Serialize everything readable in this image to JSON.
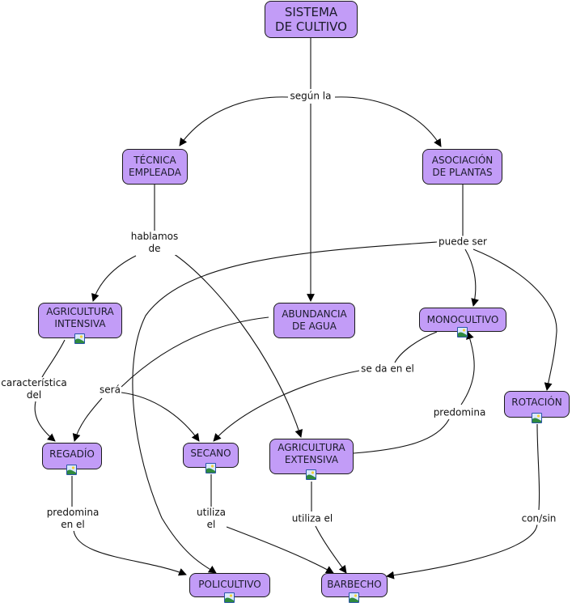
{
  "map": {
    "title": "SISTEMA DE CULTIVO",
    "colors": {
      "concept_fill": "#c29cf7",
      "concept_border": "#1a1a1a",
      "line": "#111111",
      "background": "#ffffff"
    },
    "concepts": [
      {
        "id": "sistema",
        "label": "SISTEMA\nDE CULTIVO",
        "has_image": false
      },
      {
        "id": "tecnica",
        "label": "TÉCNICA\nEMPLEADA",
        "has_image": false
      },
      {
        "id": "asociacion",
        "label": "ASOCIACIÓN\nDE PLANTAS",
        "has_image": false
      },
      {
        "id": "intensiva",
        "label": "AGRICULTURA\nINTENSIVA",
        "has_image": true
      },
      {
        "id": "abundancia",
        "label": "ABUNDANCIA\nDE AGUA",
        "has_image": false
      },
      {
        "id": "monocultivo",
        "label": "MONOCULTIVO",
        "has_image": true
      },
      {
        "id": "rotacion",
        "label": "ROTACIÓN",
        "has_image": true
      },
      {
        "id": "regadio",
        "label": "REGADÍO",
        "has_image": true
      },
      {
        "id": "secano",
        "label": "SECANO",
        "has_image": true
      },
      {
        "id": "extensiva",
        "label": "AGRICULTURA\nEXTENSIVA",
        "has_image": true
      },
      {
        "id": "policultivo",
        "label": "POLICULTIVO",
        "has_image": true
      },
      {
        "id": "barbecho",
        "label": "BARBECHO",
        "has_image": true
      }
    ],
    "link_phrases": [
      {
        "id": "segun",
        "label": "según la",
        "from": "sistema",
        "to": [
          "tecnica",
          "asociacion",
          "abundancia"
        ]
      },
      {
        "id": "hablamos",
        "label": "hablamos\nde",
        "from": "tecnica",
        "to": [
          "intensiva",
          "extensiva"
        ]
      },
      {
        "id": "puede",
        "label": "puede ser",
        "from": "asociacion",
        "to": [
          "monocultivo",
          "rotacion",
          "policultivo"
        ]
      },
      {
        "id": "caracteristica",
        "label": "característica\ndel",
        "from": "intensiva",
        "to": [
          "regadio"
        ]
      },
      {
        "id": "sera",
        "label": "será",
        "from": "abundancia",
        "to": [
          "regadio",
          "secano"
        ]
      },
      {
        "id": "seda",
        "label": "se da en el",
        "from": "monocultivo",
        "to": [
          "secano"
        ]
      },
      {
        "id": "predomina",
        "label": "predomina",
        "from": "extensiva",
        "to": [
          "monocultivo"
        ]
      },
      {
        "id": "predominaen",
        "label": "predomina\nen el",
        "from": "regadio",
        "to": [
          "policultivo"
        ]
      },
      {
        "id": "utilizael2",
        "label": "utiliza\nel",
        "from": "secano",
        "to": [
          "barbecho"
        ]
      },
      {
        "id": "utilizael",
        "label": "utiliza el",
        "from": "extensiva",
        "to": [
          "barbecho"
        ]
      },
      {
        "id": "consin",
        "label": "con/sin",
        "from": "rotacion",
        "to": [
          "barbecho"
        ]
      }
    ]
  }
}
